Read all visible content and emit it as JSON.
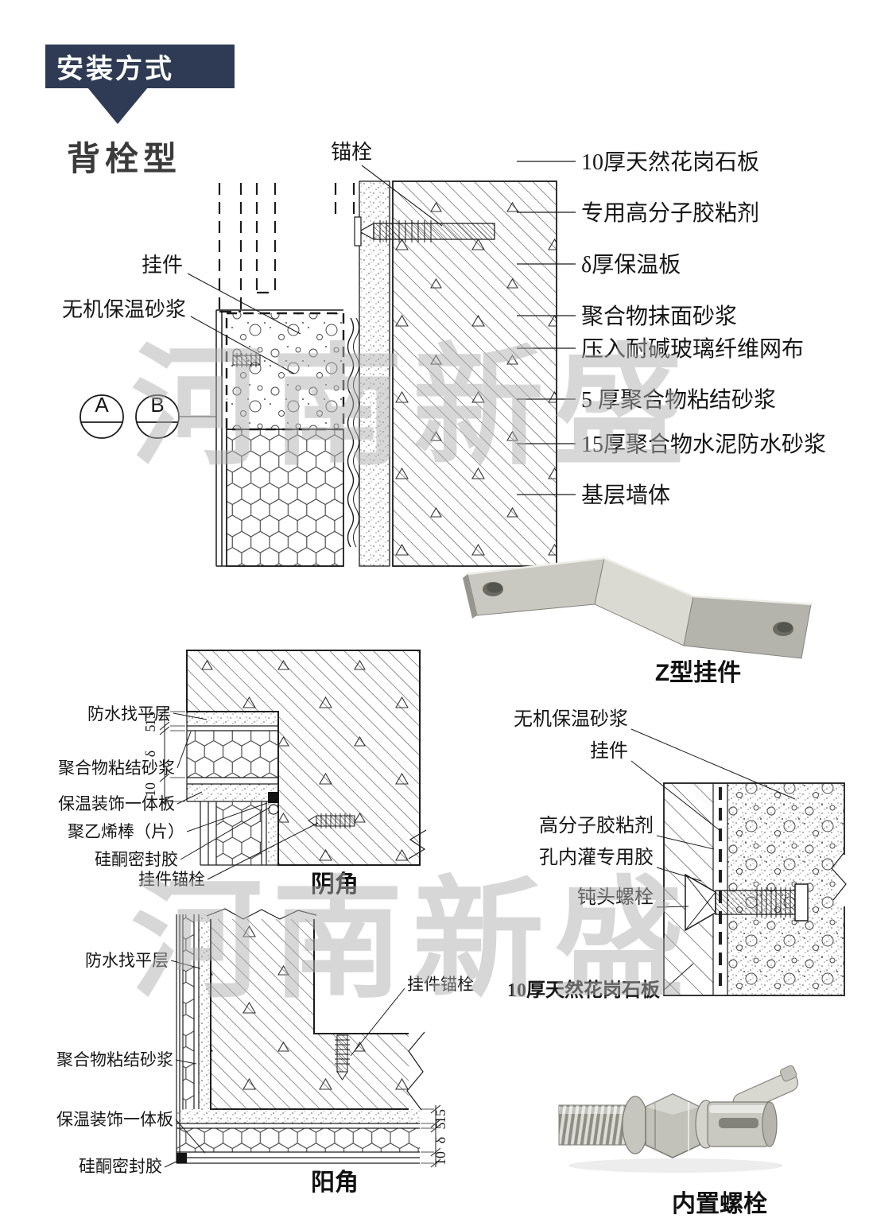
{
  "colors": {
    "banner_bg": "#2f3b54",
    "watermark_gray": "#b0b0b0",
    "line": "#1c1c1c"
  },
  "header": {
    "title": "安装方式"
  },
  "page": {
    "section_title": "背栓型",
    "watermark": "河南新盛"
  },
  "main_diagram": {
    "label_anchor_bolt": "锚栓",
    "label_hanger": "挂件",
    "label_inorganic_mortar": "无机保温砂浆",
    "marker_a": "A",
    "marker_b": "B",
    "right_labels": [
      "10厚天然花岗石板",
      "专用高分子胶粘剂",
      "δ厚保温板",
      "聚合物抹面砂浆",
      "压入耐碱玻璃纤维网布",
      "5 厚聚合物粘结砂浆",
      "15厚聚合物水泥防水砂浆",
      "基层墙体"
    ]
  },
  "z_bracket": {
    "caption": "Z型挂件"
  },
  "inner_corner": {
    "caption": "阴角",
    "labels": {
      "waterproof_leveling": "防水找平层",
      "polymer_bonding_mortar": "聚合物粘结砂浆",
      "insulation_panel": "保温装饰一体板",
      "pe_rod": "聚乙烯棒（片）",
      "silicone_sealant": "硅酮密封胶",
      "hanger_anchor": "挂件锚栓"
    },
    "dims": [
      "15",
      "5",
      "δ",
      "10"
    ]
  },
  "bolt_detail": {
    "labels": {
      "inorganic_mortar": "无机保温砂浆",
      "hanger": "挂件",
      "polymer_adhesive": "高分子胶粘剂",
      "hole_glue": "孔内灌专用胶",
      "blunt_bolt": "钝头螺栓",
      "granite_panel": "10厚天然花岗石板"
    }
  },
  "outer_corner": {
    "caption": "阳角",
    "labels": {
      "waterproof_leveling": "防水找平层",
      "polymer_bonding_mortar": "聚合物粘结砂浆",
      "insulation_panel": "保温装饰一体板",
      "silicone_sealant": "硅酮密封胶",
      "hanger_anchor": "挂件锚栓"
    },
    "dims": [
      "15",
      "5",
      "δ",
      "10"
    ]
  },
  "inner_bolt": {
    "caption": "内置螺栓"
  }
}
